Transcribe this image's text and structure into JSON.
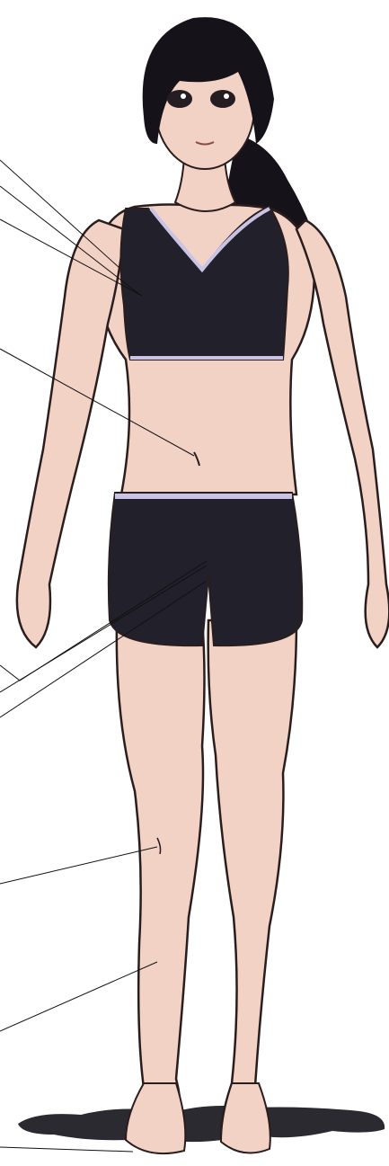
{
  "figure": {
    "type": "anatomical-illustration",
    "subject": "standing-figure-front-view",
    "labels_visible": false,
    "callout_targets": [
      "shoulder",
      "chest",
      "chest",
      "navel",
      "groin",
      "groin",
      "groin",
      "knee",
      "shin",
      "toes"
    ],
    "colors": {
      "skin": "#f3d2c6",
      "skin_shade": "#dba896",
      "outline": "#2a1d1e",
      "clothing": "#22212b",
      "clothing_trim": "#c9c4e6",
      "hair": "#16121a",
      "shadow": "#2b2a31",
      "callout_line": "#111111"
    }
  }
}
